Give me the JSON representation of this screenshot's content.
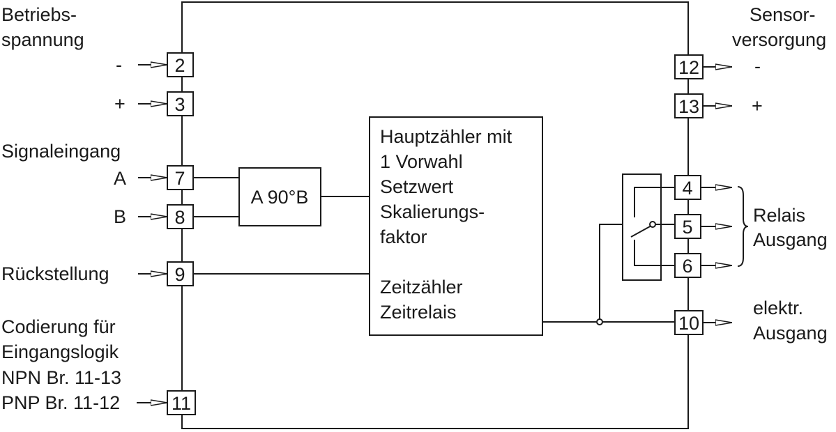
{
  "left": {
    "supply_title": [
      "Betriebs-",
      "spannung"
    ],
    "minus": "-",
    "plus": "+",
    "signal_title": "Signaleingang",
    "input_a": "A",
    "input_b": "B",
    "reset": "Rückstellung",
    "coding": [
      "Codierung für",
      "Eingangslogik",
      "NPN Br. 11-13",
      "PNP Br. 11-12"
    ]
  },
  "right": {
    "sensor_title": [
      "Sensor-",
      "versorgung"
    ],
    "minus": "-",
    "plus": "+",
    "relay_label": [
      "Relais",
      "Ausgang"
    ],
    "elec_label": [
      "elektr.",
      "Ausgang"
    ]
  },
  "terminals": {
    "t2": "2",
    "t3": "3",
    "t7": "7",
    "t8": "8",
    "t9": "9",
    "t11": "11",
    "t12": "12",
    "t13": "13",
    "t4": "4",
    "t5": "5",
    "t6": "6",
    "t10": "10"
  },
  "blocks": {
    "quadrature": "A 90°B",
    "counter": [
      "Hauptzähler mit",
      "1 Vorwahl",
      "Setzwert",
      "Skalierungs-",
      "faktor",
      "",
      "Zeitzähler",
      "Zeitrelais"
    ]
  }
}
